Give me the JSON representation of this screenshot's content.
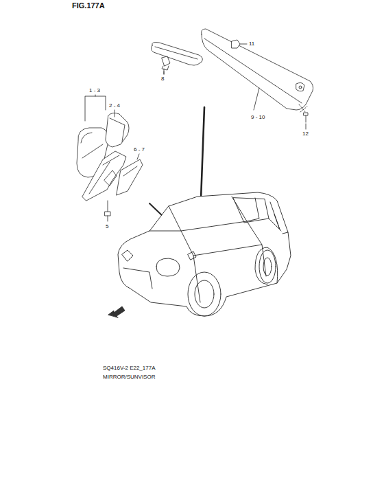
{
  "diagram": {
    "labels": [
      "FIG.177A",
      "1 - 3",
      "2 - 4",
      "6 - 7",
      "5",
      "8",
      "11",
      "9 - 10",
      "12",
      "SQ416V-2 E22_177A",
      "MIRROR/SUNVISOR"
    ]
  }
}
